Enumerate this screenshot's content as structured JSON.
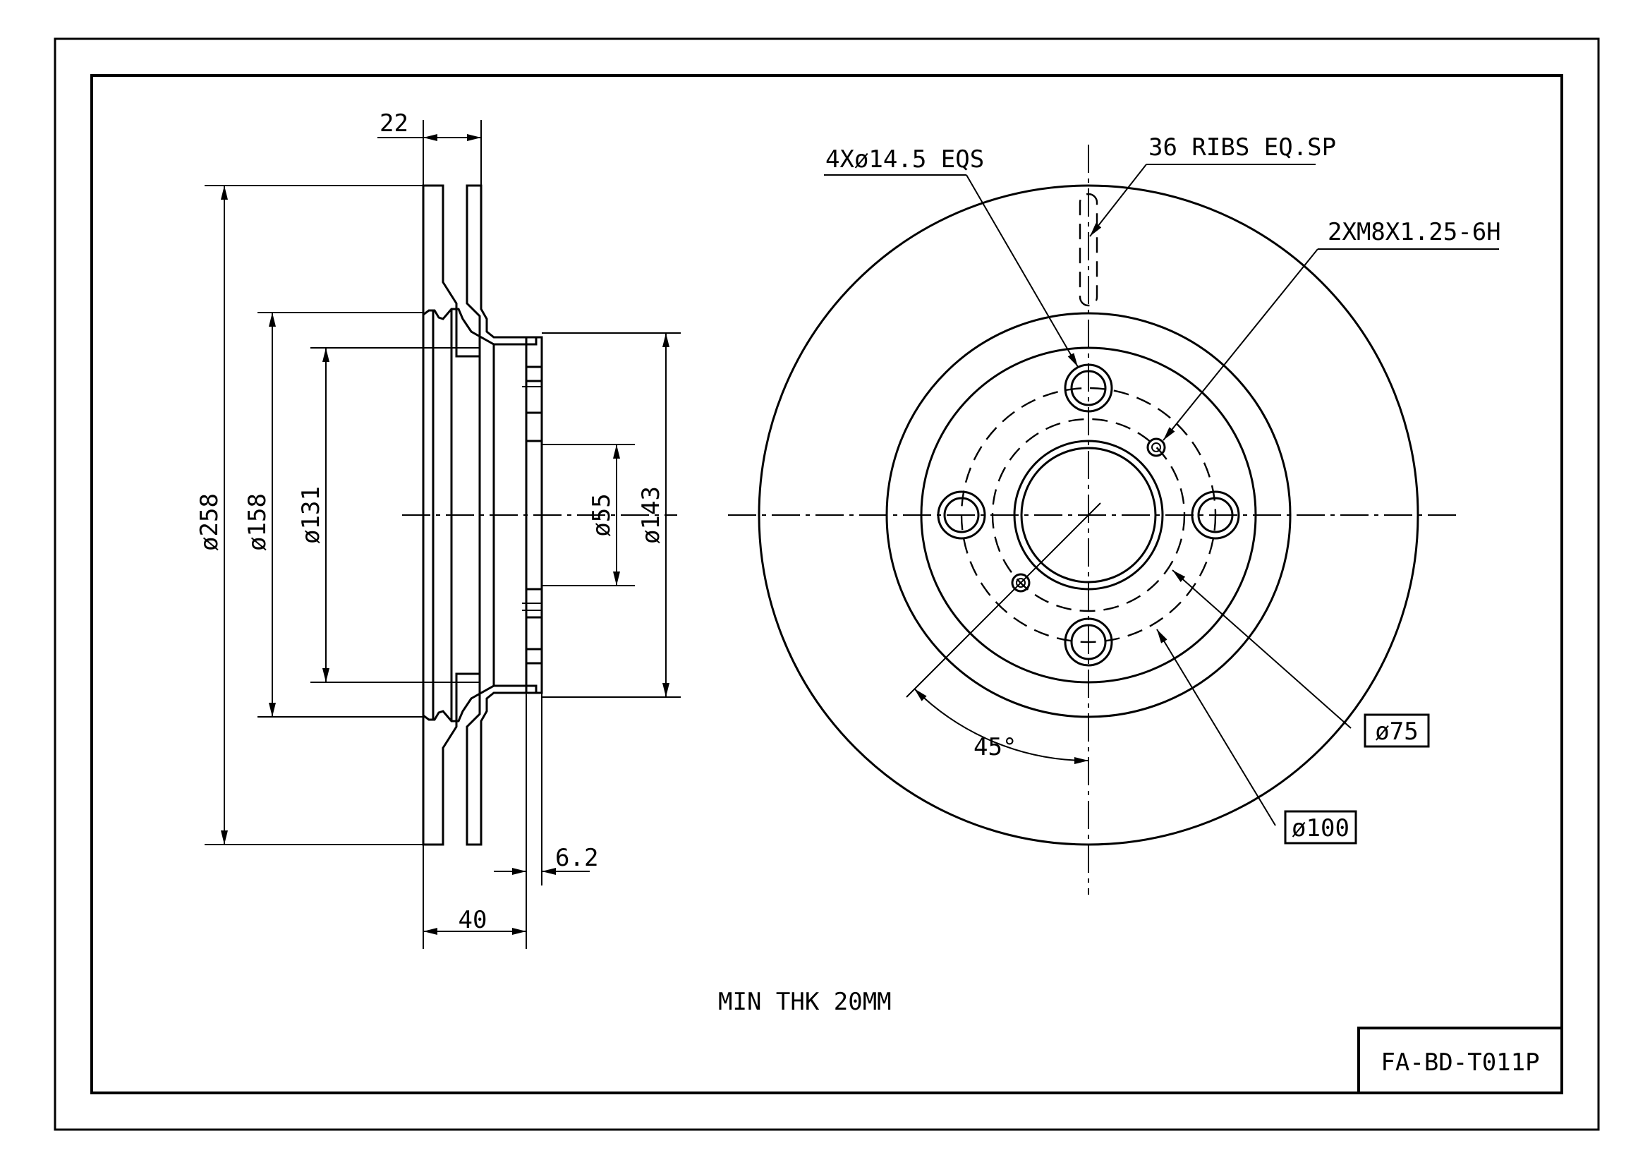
{
  "side_view": {
    "dim_thickness": "22",
    "dim_outer_diameter": "ø258",
    "dim_hat_diameter": "ø158",
    "dim_inner_diameter": "ø131",
    "dim_center_bore": "ø55",
    "dim_hub_diameter": "ø143",
    "dim_hat_height": "40",
    "dim_flange_thickness": "6.2"
  },
  "front_view": {
    "bolt_holes_callout": "4Xø14.5 EQS",
    "ribs_callout": "36 RIBS EQ.SP",
    "thread_callout": "2XM8X1.25-6H",
    "angle_label": "45°",
    "pcd_75": "ø75",
    "pcd_100": "ø100"
  },
  "notes": {
    "min_thickness": "MIN THK 20MM"
  },
  "title_block": {
    "part_number": "FA-BD-T011P"
  }
}
